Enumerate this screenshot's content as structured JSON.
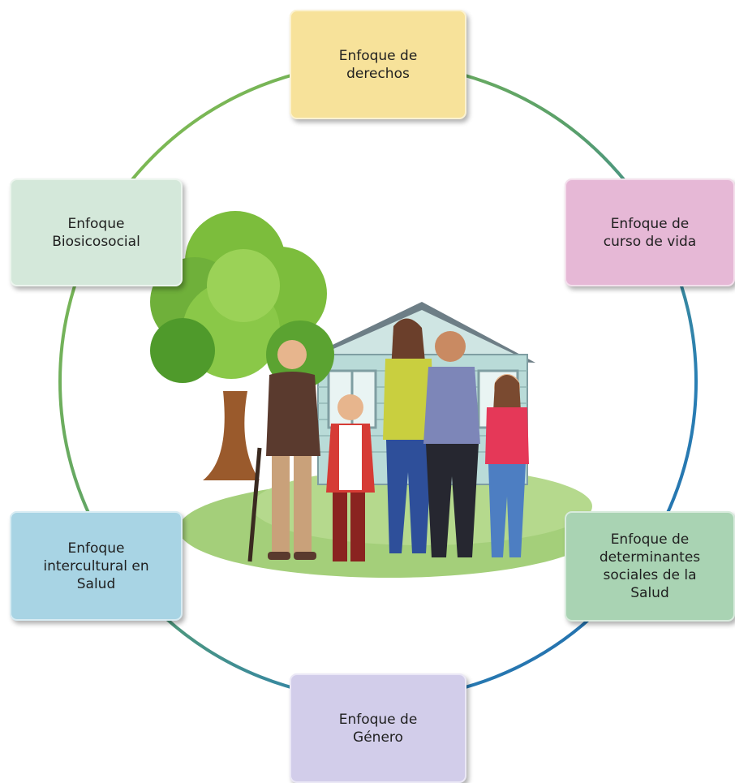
{
  "nodes": {
    "derechos": {
      "lines": [
        "Enfoque de",
        "derechos"
      ],
      "color": "#f7e29a"
    },
    "curso_vida": {
      "lines": [
        "Enfoque de",
        "curso de vida"
      ],
      "color": "#e6b8d6"
    },
    "determinantes": {
      "lines": [
        "Enfoque de",
        "determinantes",
        "sociales de la",
        "Salud"
      ],
      "color": "#a9d3b3"
    },
    "genero": {
      "lines": [
        "Enfoque de",
        "Género"
      ],
      "color": "#d2cdea"
    },
    "intercultural": {
      "lines": [
        "Enfoque",
        "intercultural en",
        "Salud"
      ],
      "color": "#a8d4e4"
    },
    "biosicosocial": {
      "lines": [
        "Enfoque",
        "Biosicosocial"
      ],
      "color": "#d4e8da"
    }
  },
  "illustration": {
    "subject": "family-in-front-of-house-with-tree"
  }
}
